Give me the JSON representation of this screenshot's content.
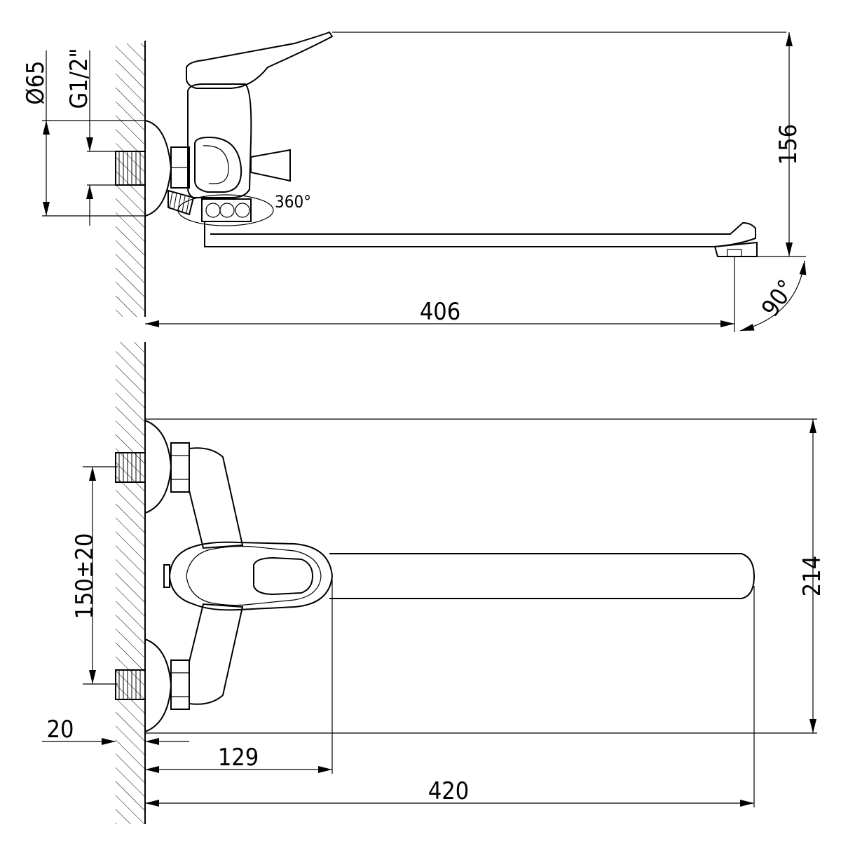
{
  "top_view": {
    "dim_diameter": "Ø65",
    "dim_thread": "G1/2\"",
    "dim_height": "156",
    "dim_rotation": "360°",
    "dim_angle": "90°",
    "dim_reach": "406"
  },
  "front_view": {
    "dim_spacing": "150±20",
    "dim_height": "214",
    "dim_wall_gap": "20",
    "dim_lever": "129",
    "dim_length": "420"
  }
}
